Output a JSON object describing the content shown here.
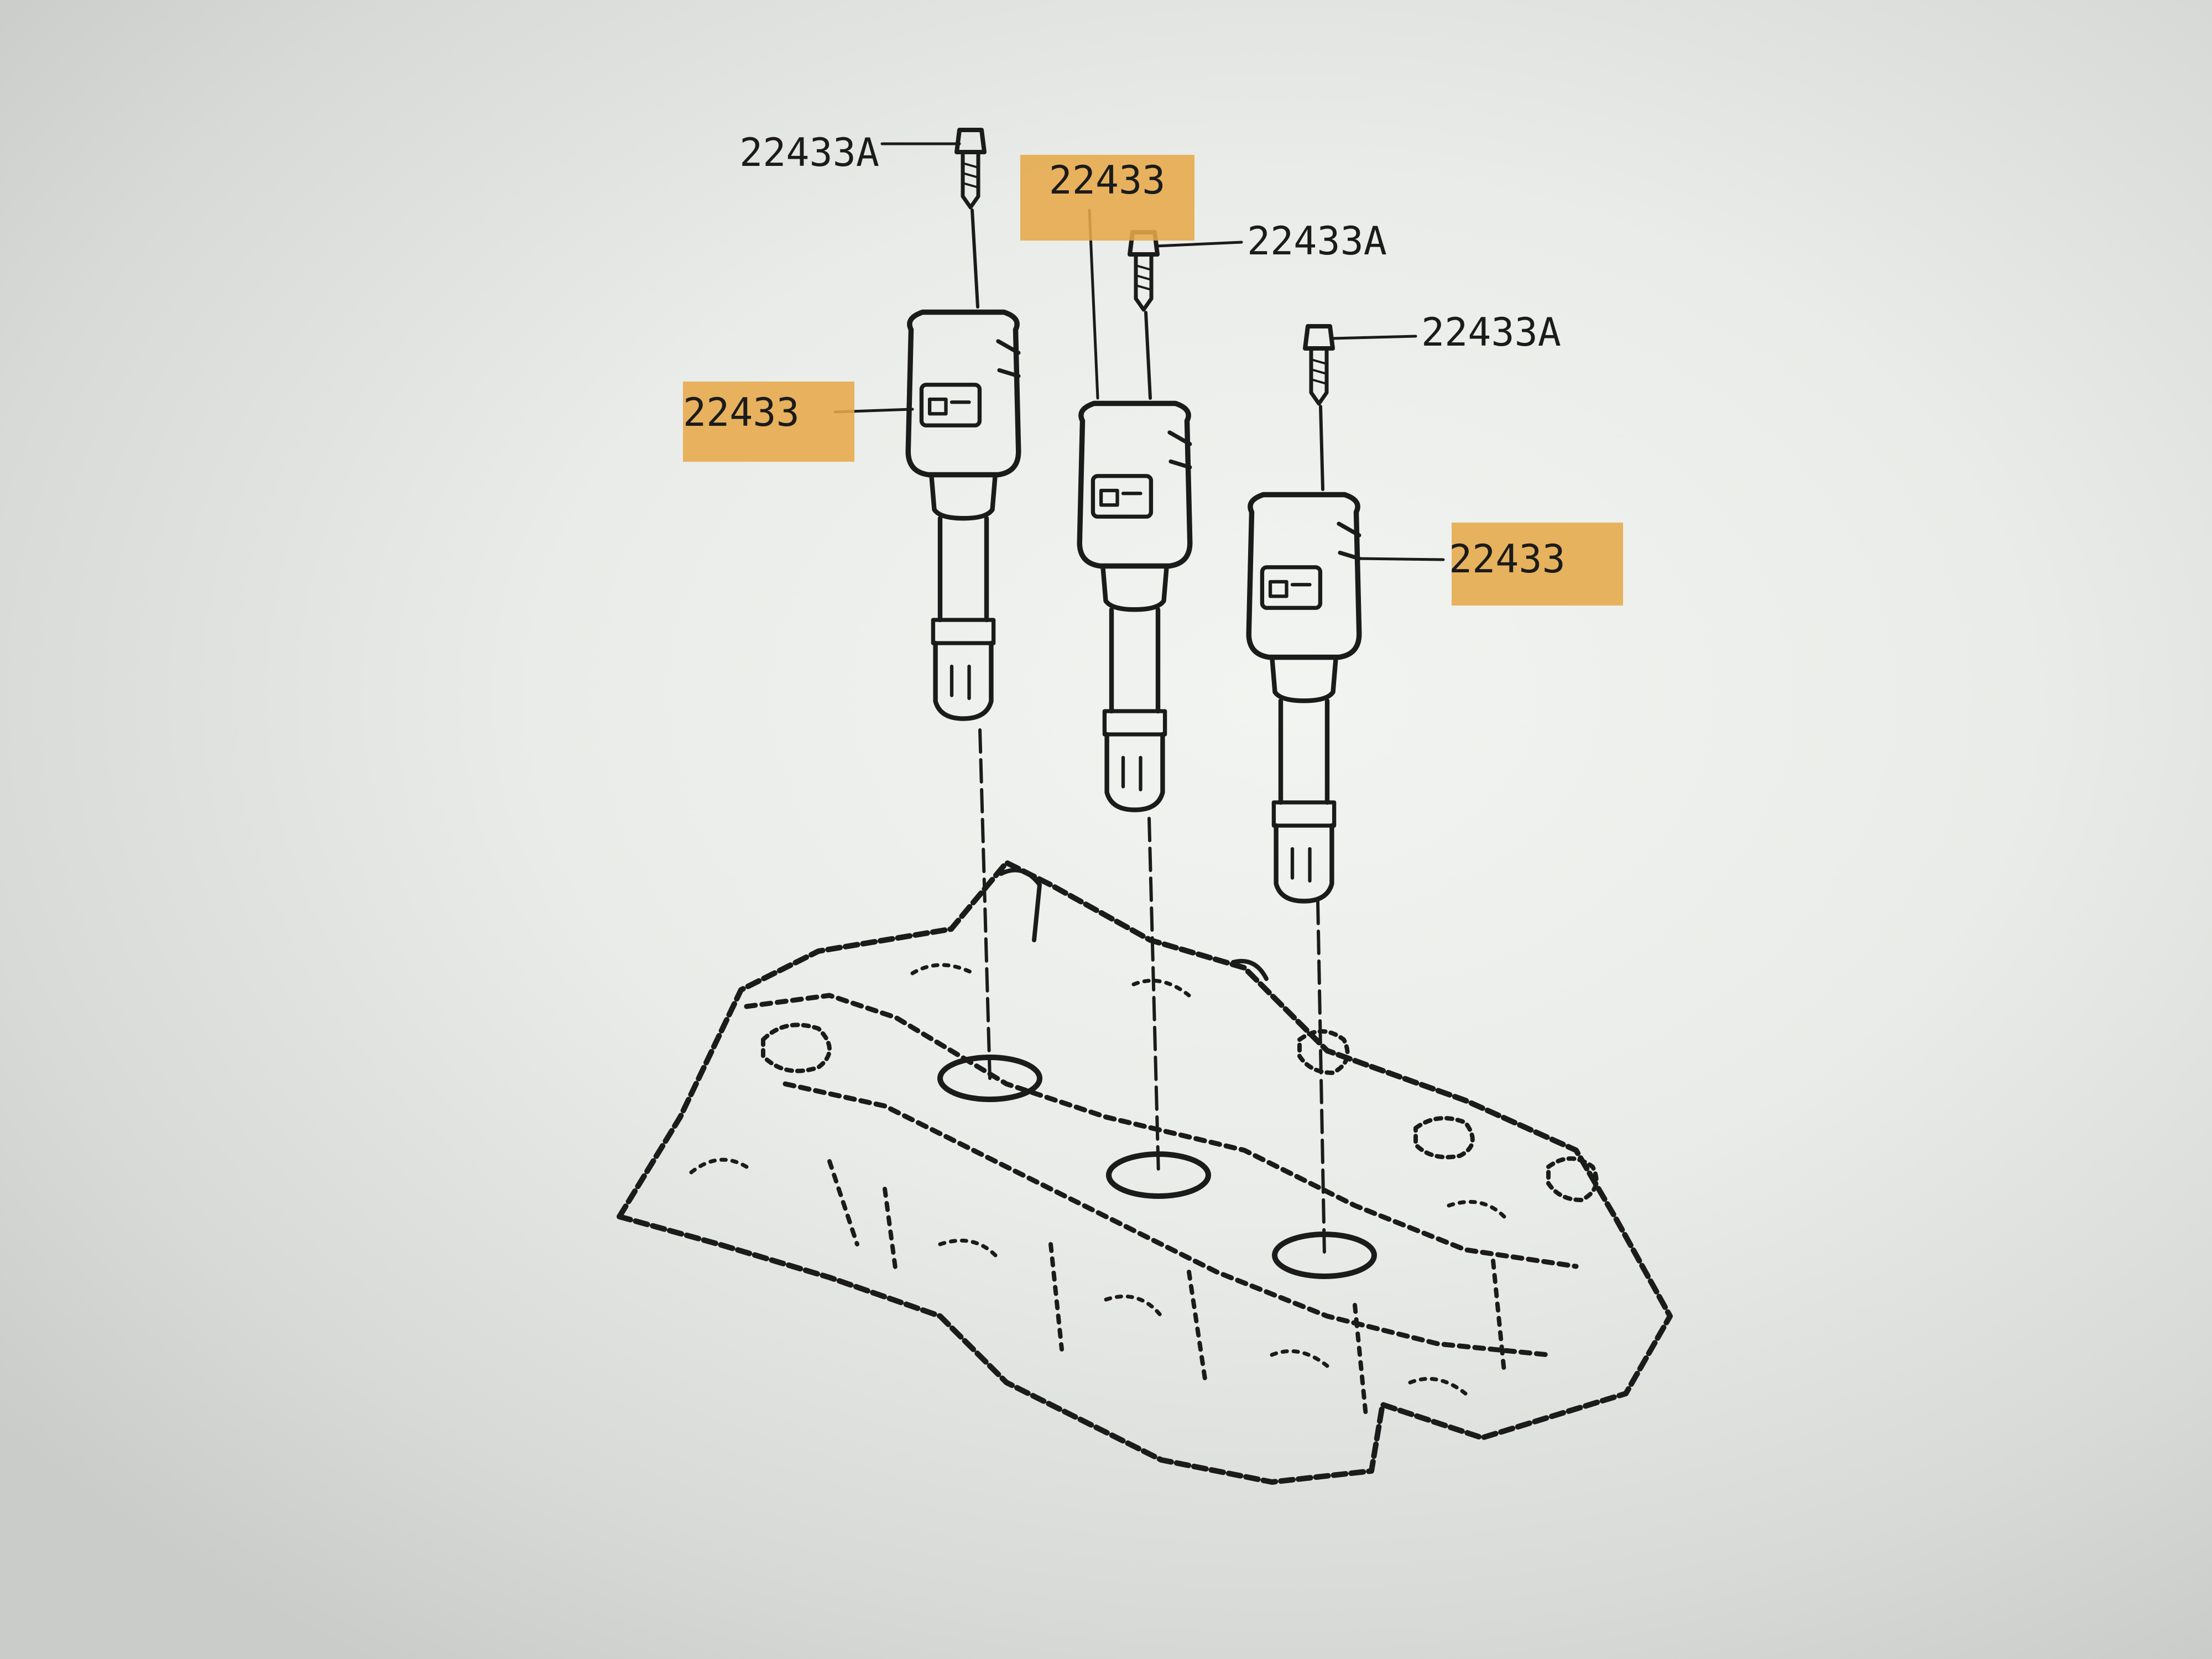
{
  "colors": {
    "background": "#eef0ed",
    "ink": "#1b1b1b",
    "highlight": "#e6a94a"
  },
  "callouts": [
    {
      "id": "bolt-left",
      "part_no": "22433A",
      "highlighted": false
    },
    {
      "id": "coil-center",
      "part_no": "22433",
      "highlighted": true
    },
    {
      "id": "bolt-center",
      "part_no": "22433A",
      "highlighted": false
    },
    {
      "id": "bolt-right",
      "part_no": "22433A",
      "highlighted": false
    },
    {
      "id": "coil-left",
      "part_no": "22433",
      "highlighted": true
    },
    {
      "id": "coil-right",
      "part_no": "22433",
      "highlighted": true
    }
  ],
  "components": {
    "ignition_coils": [
      "ignition-coil",
      "ignition-coil",
      "ignition-coil"
    ],
    "bolts": [
      "bolt",
      "bolt",
      "bolt"
    ],
    "base": "cylinder-head"
  }
}
